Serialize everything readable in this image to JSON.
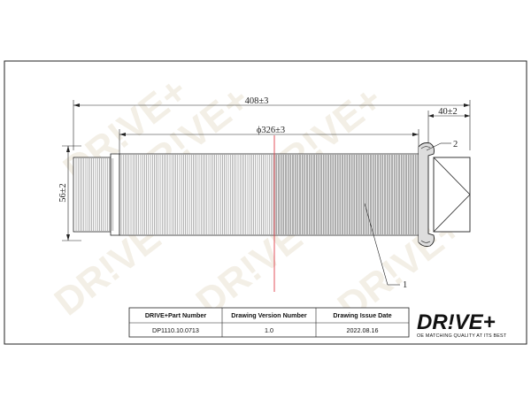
{
  "drawing": {
    "dimensions": {
      "overall_length": "408±3",
      "inner_length": "ϕ326±3",
      "end_offset": "40±2",
      "diameter": "56±2"
    },
    "callouts": {
      "filter_element": "1",
      "end_seal": "2"
    },
    "watermark_text": "DR!VE+"
  },
  "title_block": {
    "headers": [
      "DRIVE+Part Number",
      "Drawing Version Number",
      "Drawing Issue Date"
    ],
    "values": [
      "DP1110.10.0713",
      "1.0",
      "2022.08.16"
    ]
  },
  "logo": {
    "brand": "DR!VE+",
    "tagline": "OE MATCHING QUALITY AT ITS BEST"
  },
  "colors": {
    "line": "#222222",
    "center_line": "#e0404a",
    "watermark": "#f3efe6"
  }
}
